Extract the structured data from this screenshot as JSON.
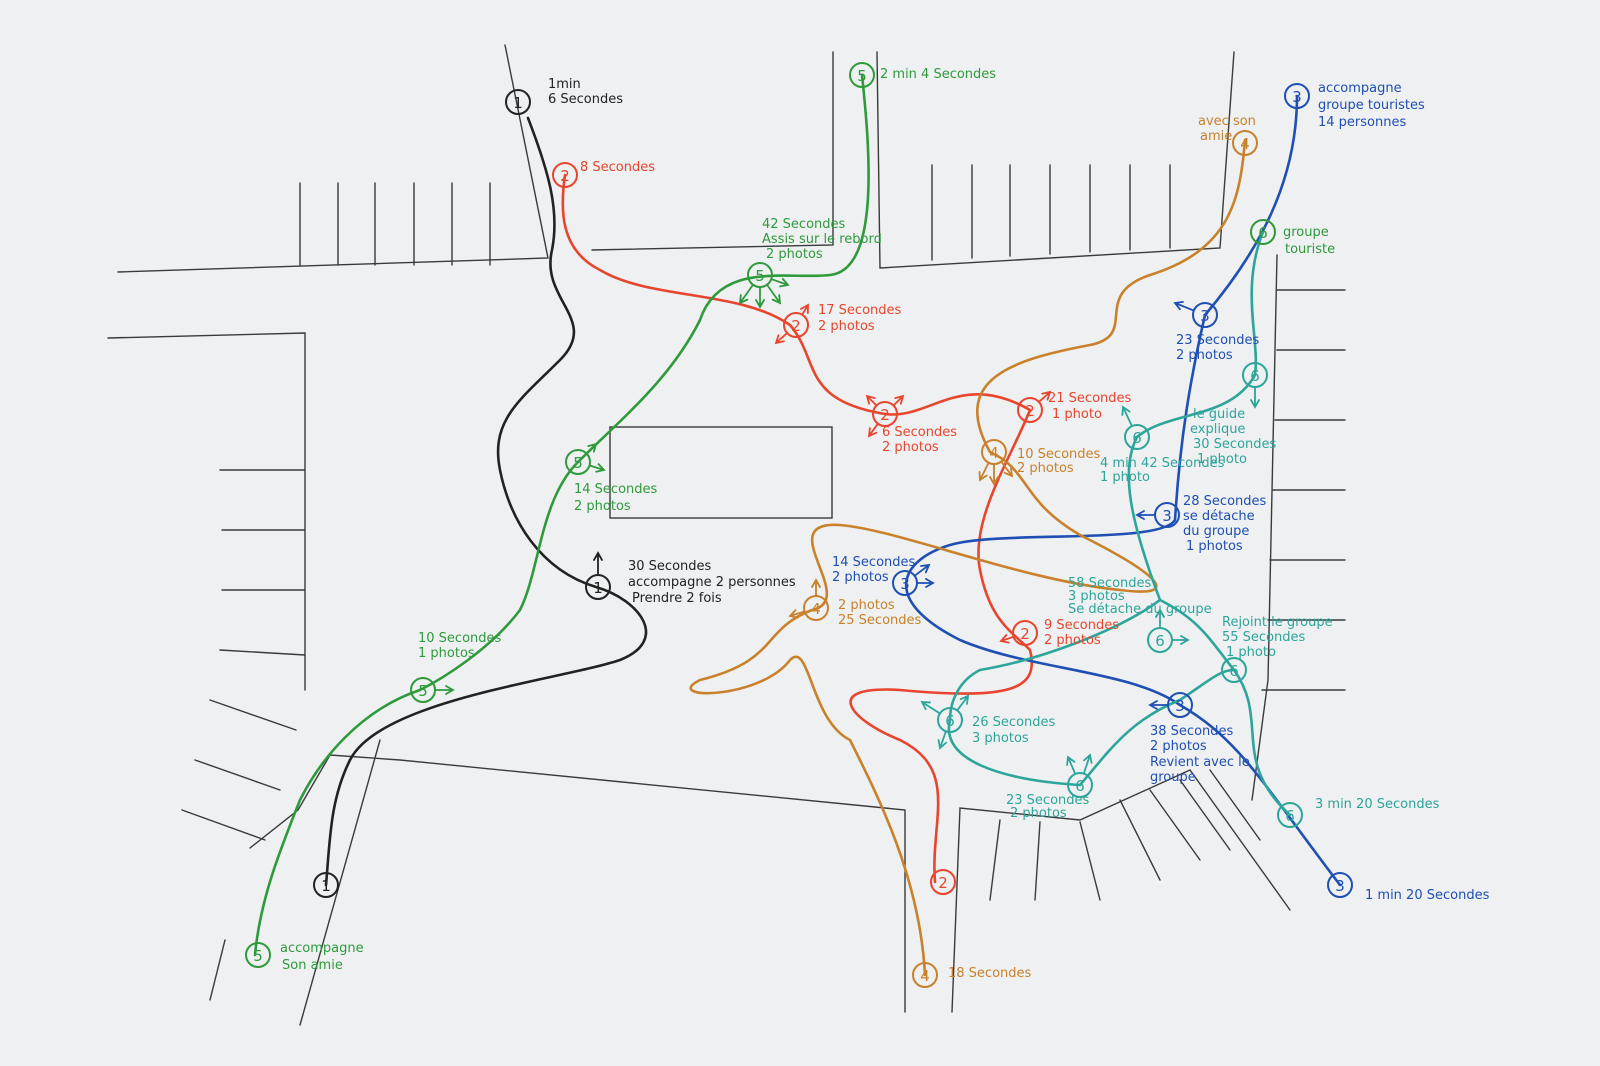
{
  "colors": {
    "1": "#222222",
    "2": "#e8452e",
    "3": "#1f4fb3",
    "4": "#c9812b",
    "5": "#2f9a3c",
    "6": "#2ea59a",
    "street": "#3a3a3a",
    "paper": "#eef0f1"
  },
  "notes": {
    "p1_start": [
      "1min",
      "6 Secondes"
    ],
    "p1_mid": [
      "30 Secondes",
      "accompagne 2 personnes",
      "Prendre 2 fois"
    ],
    "p2_start": [
      "8 Secondes"
    ],
    "p2_a": [
      "17 Secondes",
      "2 photos"
    ],
    "p2_b": [
      "6 Secondes",
      "2 photos"
    ],
    "p2_c": [
      "21 Secondes",
      "1 photo"
    ],
    "p2_d": [
      "9 Secondes",
      "2 photos"
    ],
    "p3_start": [
      "accompagne",
      "groupe touristes",
      "14 personnes"
    ],
    "p3_a": [
      "23 Secondes",
      "2 photos"
    ],
    "p3_b": [
      "28 Secondes",
      "se détache",
      "du groupe",
      "1 photos"
    ],
    "p3_c": [
      "14 Secondes",
      "2 photos"
    ],
    "p3_d": [
      "38 Secondes",
      "2 photos",
      "Revient avec le",
      "groupe"
    ],
    "p3_end": [
      "1 min 20 Secondes"
    ],
    "p4_start": [
      "avec son",
      "amie"
    ],
    "p4_a": [
      "10 Secondes",
      "2 photos"
    ],
    "p4_b": [
      "2 photos",
      "25 Secondes"
    ],
    "p4_end": [
      "18 Secondes"
    ],
    "p5_start": [
      "2 min 4 Secondes"
    ],
    "p5_a": [
      "42 Secondes",
      "Assis sur le rebord",
      "2 photos"
    ],
    "p5_b": [
      "14 Secondes",
      "2 photos"
    ],
    "p5_c": [
      "10 Secondes",
      "1 photos"
    ],
    "p5_end": [
      "accompagne",
      "Son amie"
    ],
    "p6_start": [
      "groupe",
      "touriste"
    ],
    "p6_a": [
      "le guide",
      "explique",
      "30 Secondes",
      "1 photo"
    ],
    "p6_b": [
      "4 min 42 Secondes",
      "1 photo"
    ],
    "p6_c": [
      "58 Secondes",
      "3 photos",
      "Se détache du groupe"
    ],
    "p6_d": [
      "Rejoint le groupe",
      "55 Secondes",
      "1 photo"
    ],
    "p6_e": [
      "26 Secondes",
      "3 photos"
    ],
    "p6_f": [
      "23 Secondes",
      "2 photos"
    ],
    "p6_end": [
      "3 min 20 Secondes"
    ]
  }
}
